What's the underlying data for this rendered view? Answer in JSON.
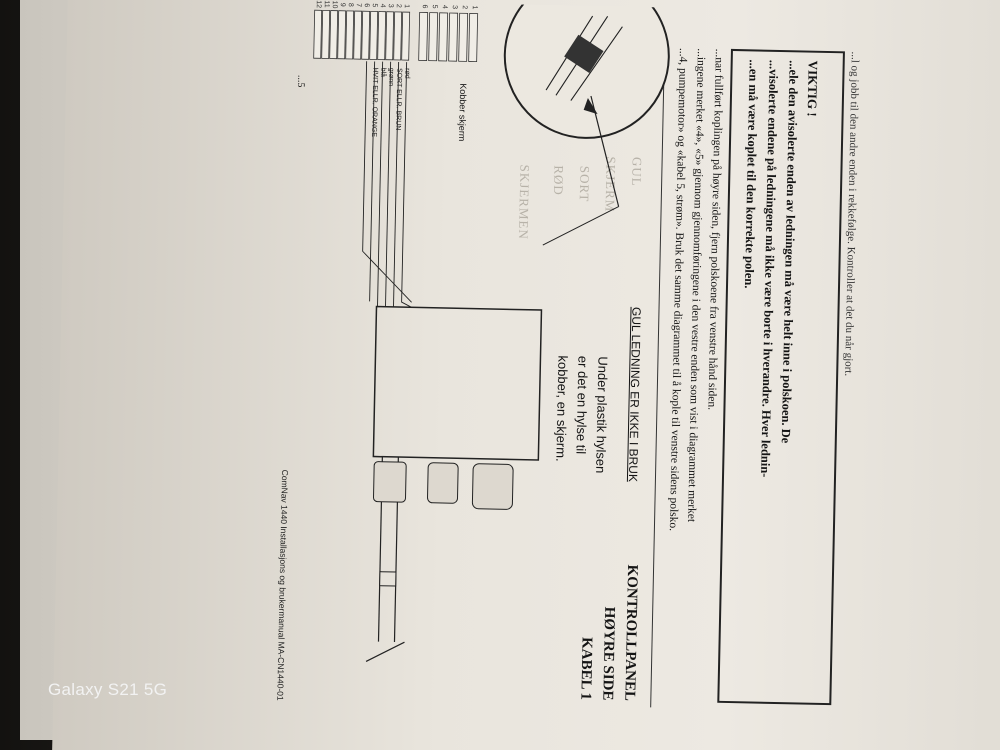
{
  "top_partial": "...l og jobb til den andre enden i rekkefølge. Kontroller at det du når gjort.",
  "note": {
    "title": "VIKTIG !",
    "lines": [
      "...ele den avisolerte enden av ledningen må være helt inne i polskoen. De",
      "...visolerte endene på ledningene må ikke være borte i hverandre. Hver lednin-",
      "...en må være koplet til den korrekte polen."
    ]
  },
  "body_lines": [
    "...nar fullført koplingen på høyre siden, fjern polskoene fra venstre hånd siden.",
    "...ingene merket «4», «5» gjennom gjennomføringene i den vestre enden som vist i diagrammet merket",
    "...4, pumpemotor» og «kabel 5, strøm». Bruk det samme diagrammet til å kople til venstre sidens polsko."
  ],
  "control_panel": [
    "KONTROLLPANEL",
    "HØYRE SIDE",
    "KABEL 1"
  ],
  "gul": "GUL LEDNING ER IKKE I BRUK",
  "under_text": [
    "Under plastik hylsen",
    "er det en hylse til",
    "kobber, en skjerm."
  ],
  "faint_words": [
    "GUL",
    "SKJERM",
    "SORT",
    "RØD",
    "SKJERMEN"
  ],
  "wires": [
    "rød",
    "SORT ELLR. BRUN",
    "grønn",
    "blå",
    "HVIT ELLR. ORANGE"
  ],
  "kobber": "Kobber skjerm",
  "pins_left": [
    "1",
    "2",
    "3",
    "4",
    "5",
    "6"
  ],
  "pins_right": [
    "1",
    "2",
    "3",
    "4",
    "5",
    "6",
    "7",
    "8",
    "9",
    "10",
    "11",
    "12"
  ],
  "footer": "ComNav 1440 Installasjons og brukermanual MA-CN1440-01",
  "ellipsis": "...5",
  "watermark": "Galaxy S21 5G"
}
